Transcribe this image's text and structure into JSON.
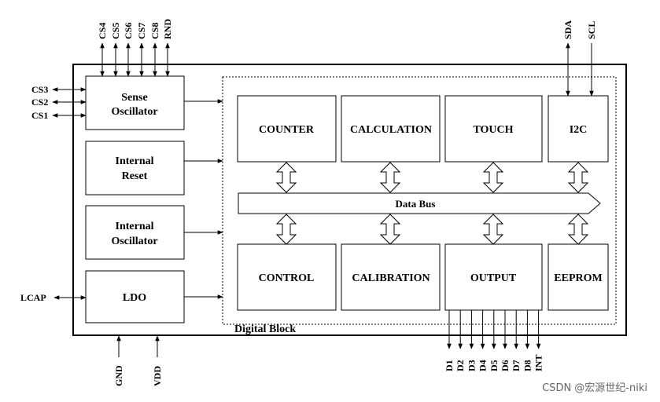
{
  "diagram": {
    "top_pins_left": [
      "CS4",
      "CS5",
      "CS6",
      "CS7",
      "CS8",
      "RND"
    ],
    "top_pins_right": [
      "SDA",
      "SCL"
    ],
    "left_pins": [
      "CS3",
      "CS2",
      "CS1"
    ],
    "lcap_pin": "LCAP",
    "bottom_pins_left": [
      "GND",
      "VDD"
    ],
    "bottom_pins_right": [
      "D1",
      "D2",
      "D3",
      "D4",
      "D5",
      "D6",
      "D7",
      "D8",
      "INT"
    ],
    "left_blocks": {
      "sense": [
        "Sense",
        "Oscillator"
      ],
      "reset": [
        "Internal",
        "Reset"
      ],
      "osc": [
        "Internal",
        "Oscillator"
      ],
      "ldo": "LDO"
    },
    "digital_blocks": {
      "counter": "COUNTER",
      "calculation": "CALCULATION",
      "touch": "TOUCH",
      "i2c": "I2C",
      "control": "CONTROL",
      "calibration": "CALIBRATION",
      "output": "OUTPUT",
      "eeprom": "EEPROM"
    },
    "data_bus": "Data Bus",
    "digital_block_label": "Digital Block"
  },
  "watermark": "CSDN @宏源世纪-niki",
  "colors": {
    "line": "#000000",
    "arrow_fill": "#ffffff",
    "watermark": "#666666"
  }
}
